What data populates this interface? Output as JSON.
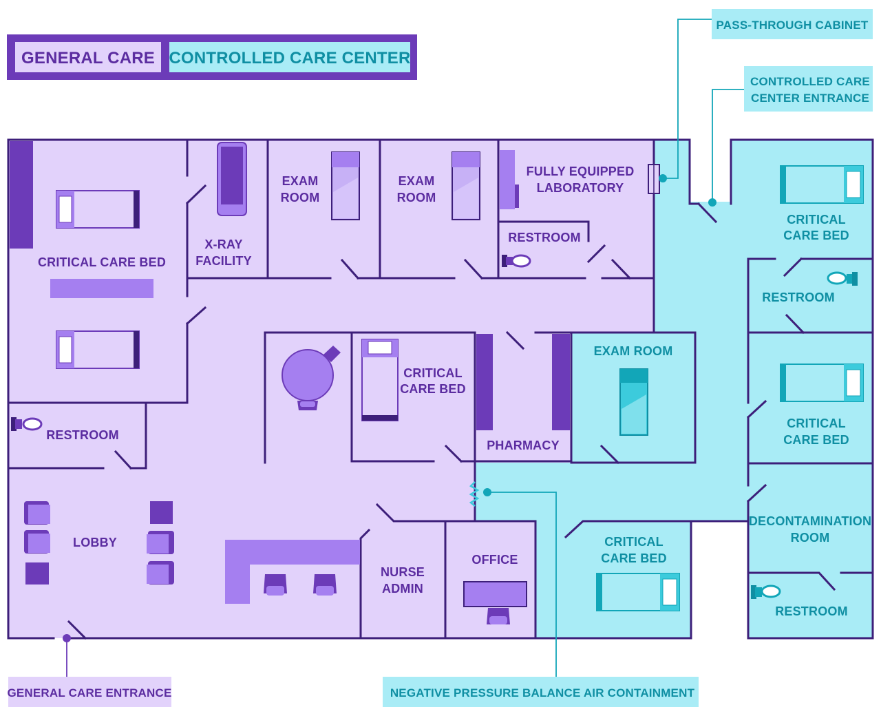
{
  "colors": {
    "general": "#e2d2fb",
    "controlled": "#a9ecf6",
    "wall": "#3d1f7a",
    "dark_purple": "#6c3bb8",
    "mid_purple": "#a57ff0",
    "teal": "#12a6b8",
    "teal_light": "#3ccbdc",
    "general_text": "#5b2ca0",
    "controlled_text": "#0f8fa3"
  },
  "legend": {
    "general": "GENERAL CARE",
    "controlled": "CONTROLLED CARE CENTER"
  },
  "callouts": {
    "pass_through": "PASS-THROUGH CABINET",
    "cc_entrance_1": "CONTROLLED CARE",
    "cc_entrance_2": "CENTER ENTRANCE",
    "general_entrance": "GENERAL CARE ENTRANCE",
    "negative_pressure": "NEGATIVE PRESSURE BALANCE AIR CONTAINMENT"
  },
  "rooms": {
    "critical_left": "CRITICAL CARE BED",
    "xray_1": "X-RAY",
    "xray_2": "FACILITY",
    "exam1_1": "EXAM",
    "exam1_2": "ROOM",
    "exam2_1": "EXAM",
    "exam2_2": "ROOM",
    "lab_1": "FULLY EQUIPPED",
    "lab_2": "LABORATORY",
    "restroom_lab": "RESTROOM",
    "cc_bed1_1": "CRITICAL",
    "cc_bed1_2": "CARE BED",
    "cc_restroom1": "RESTROOM",
    "cc_exam": "EXAM ROOM",
    "cc_bed2_1": "CRITICAL",
    "cc_bed2_2": "CARE BED",
    "decon_1": "DECONTAMINATION",
    "decon_2": "ROOM",
    "cc_bed3_1": "CRITICAL",
    "cc_bed3_2": "CARE BED",
    "cc_restroom2": "RESTROOM",
    "critical_center_1": "CRITICAL",
    "critical_center_2": "CARE BED",
    "pharmacy": "PHARMACY",
    "restroom_left": "RESTROOM",
    "lobby": "LOBBY",
    "nurse_1": "NURSE",
    "nurse_2": "ADMIN",
    "office": "OFFICE"
  }
}
